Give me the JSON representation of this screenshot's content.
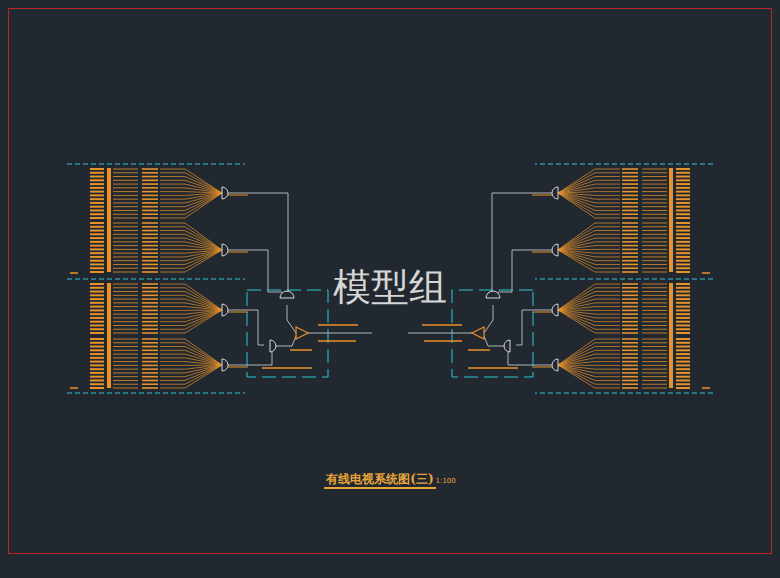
{
  "diagram": {
    "title": "有线电视系统图(三)",
    "labels": [
      "1:100",
      "模型组"
    ]
  }
}
